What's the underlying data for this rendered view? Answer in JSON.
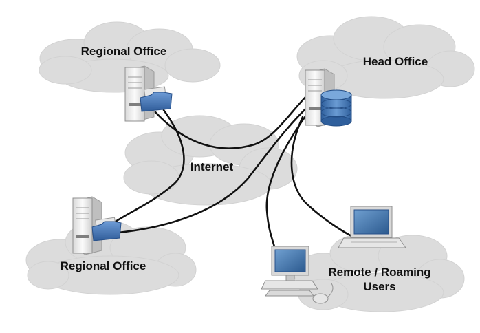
{
  "labels": {
    "regional_office_top": "Regional Office",
    "head_office": "Head Office",
    "internet": "Internet",
    "regional_office_bottom": "Regional Office",
    "remote_users_line1": "Remote / Roaming",
    "remote_users_line2": "Users"
  },
  "colors": {
    "cloud_fill": "#dcdcdc",
    "cloud_stroke": "#cfcfcf",
    "link": "#111111",
    "server_body": "#f2f2f2",
    "folder": "#4a78b5",
    "database": "#3f6fb0",
    "screen": "#3b6ea8"
  },
  "icons": [
    "server-icon",
    "folder-icon",
    "database-icon",
    "laptop-icon",
    "desktop-computer-icon",
    "mouse-icon"
  ]
}
